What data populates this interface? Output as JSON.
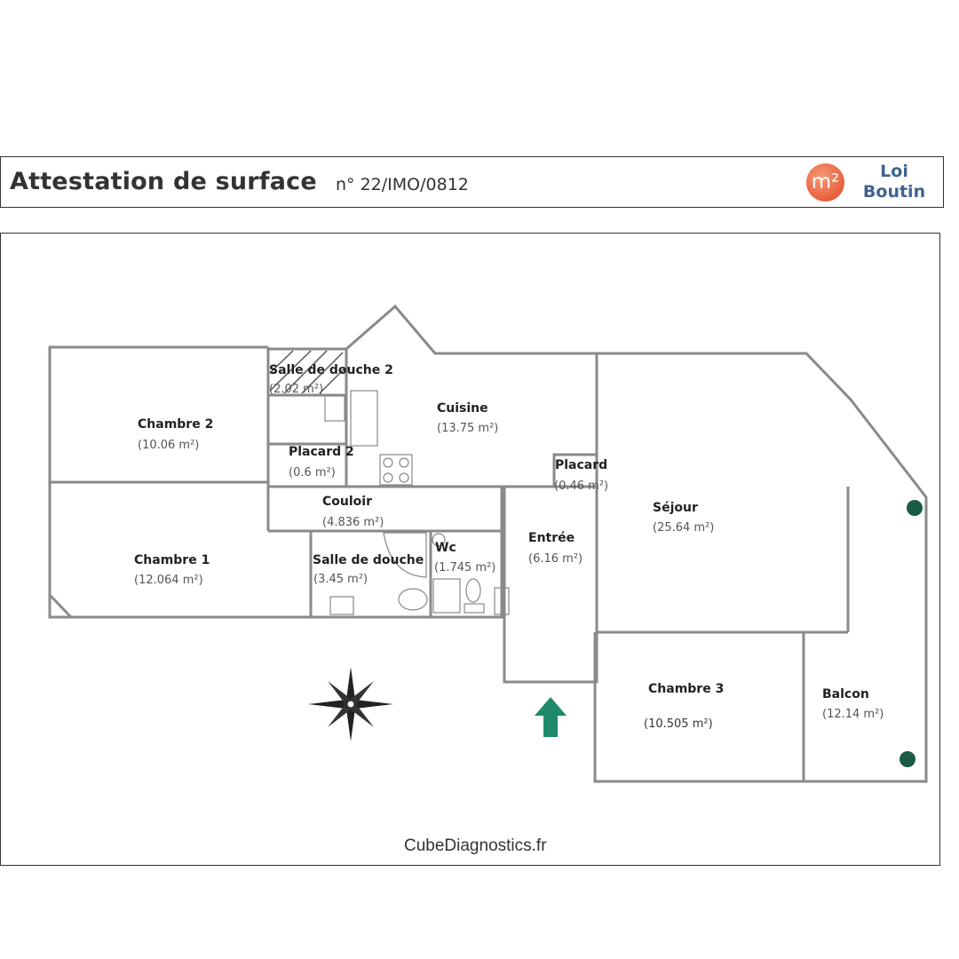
{
  "header": {
    "title": "Attestation de surface",
    "number": "n° 22/IMO/0812",
    "logo_symbol": "m²",
    "logo_line1": "Loi",
    "logo_line2": "Boutin"
  },
  "rooms": {
    "chambre2": {
      "name": "Chambre 2",
      "area": "(10.06 m²)"
    },
    "salle_douche2": {
      "name": "Salle de douche 2",
      "area": "(2.02 m²)"
    },
    "cuisine": {
      "name": "Cuisine",
      "area": "(13.75 m²)"
    },
    "placard2": {
      "name": "Placard 2",
      "area": "(0.6 m²)"
    },
    "placard": {
      "name": "Placard",
      "area": "(0.46 m²)"
    },
    "couloir": {
      "name": "Couloir",
      "area": "(4.836 m²)"
    },
    "sejour": {
      "name": "Séjour",
      "area": "(25.64 m²)"
    },
    "chambre1": {
      "name": "Chambre 1",
      "area": "(12.064 m²)"
    },
    "salle_douche": {
      "name": "Salle de douche",
      "area": "(3.45 m²)"
    },
    "wc": {
      "name": "Wc",
      "area": "(1.745 m²)"
    },
    "entree": {
      "name": "Entrée",
      "area": "(6.16 m²)"
    },
    "chambre3": {
      "name": "Chambre 3",
      "area": "(10.505 m²)"
    },
    "balcon": {
      "name": "Balcon",
      "area": "(12.14 m²)"
    }
  },
  "icons": {
    "compass": "compass-rose-icon",
    "entrance": "entrance-arrow-icon"
  },
  "colors": {
    "logo_orange": "#e8603c",
    "logo_text_blue": "#3e6491",
    "arrow_green": "#1e8a6a",
    "post_green": "#1b5a44"
  },
  "footer": {
    "site": "CubeDiagnostics.fr"
  }
}
